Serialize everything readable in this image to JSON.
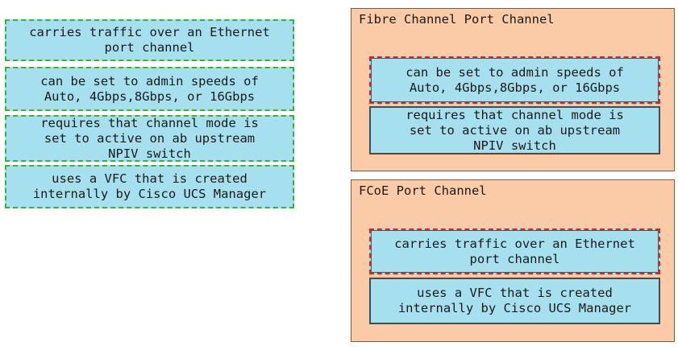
{
  "source_items": [
    {
      "lines": [
        "carries traffic over an Ethernet",
        "port channel"
      ]
    },
    {
      "lines": [
        "can be set to admin speeds of",
        "Auto, 4Gbps,8Gbps, or 16Gbps"
      ]
    },
    {
      "lines": [
        "requires that channel mode is",
        "set to active on ab upstream",
        "NPIV switch"
      ]
    },
    {
      "lines": [
        "uses a VFC that is created",
        "internally by Cisco UCS Manager"
      ]
    }
  ],
  "zones": [
    {
      "title": "Fibre Channel Port Channel",
      "items": [
        {
          "lines": [
            "can be set to admin speeds of",
            "Auto, 4Gbps,8Gbps, or 16Gbps"
          ]
        },
        {
          "lines": [
            "requires that channel mode is",
            "set to active on ab upstream",
            "NPIV switch"
          ]
        }
      ]
    },
    {
      "title": "FCoE Port Channel",
      "items": [
        {
          "lines": [
            "carries traffic over an Ethernet",
            "port channel"
          ]
        },
        {
          "lines": [
            "uses a VFC that is created",
            "internally by Cisco UCS Manager"
          ]
        }
      ]
    }
  ],
  "colors": {
    "item_fill": "#a6e0ee",
    "source_border": "#3fae3a",
    "zone_fill": "#fbcaa6",
    "selected_border": "#d8281e"
  }
}
